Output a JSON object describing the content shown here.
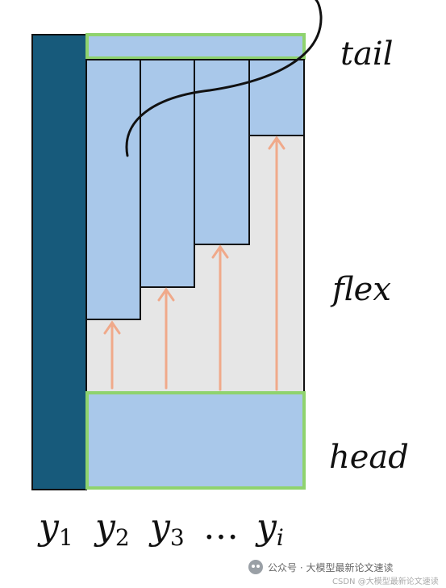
{
  "labels": {
    "tail": "tail",
    "flex": "flex",
    "head": "head"
  },
  "axis": {
    "y1_base": "y",
    "y1_sub": "1",
    "y2_base": "y",
    "y2_sub": "2",
    "y3_base": "y",
    "y3_sub": "3",
    "ellipsis": "…",
    "yi_base": "y",
    "yi_sub": "i"
  },
  "watermark": {
    "source": "公众号 · 大模型最新论文速读",
    "csdn": "CSDN @大模型最新论文速读"
  },
  "colors": {
    "dark_column": "#175a7b",
    "block_fill": "#a9c8ea",
    "flex_bg": "#e6e6e6",
    "green_border": "#8fd36e",
    "arrow": "#f0a98a",
    "outline": "#111111"
  },
  "icons": {
    "watermark_icon": "wechat-icon"
  }
}
